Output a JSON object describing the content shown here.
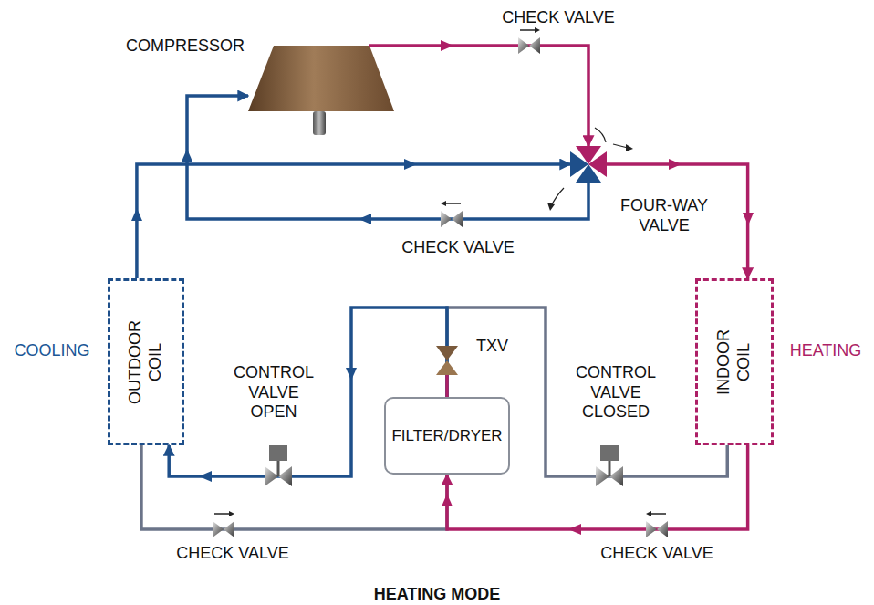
{
  "diagram": {
    "caption": "HEATING MODE",
    "nodes": [
      {
        "text": [
          "COMPRESSOR"
        ]
      },
      {
        "text": [
          "FOUR-WAY VALVE"
        ]
      },
      {
        "text": [
          "OUTDOOR COIL"
        ]
      },
      {
        "text": [
          "FILTER/DRYER"
        ]
      },
      {
        "text": [
          "INDOOR COIL"
        ]
      }
    ],
    "edges": [
      {
        "from": 2,
        "to": 3,
        "arrow": "none"
      },
      {
        "from": 3,
        "to": 4,
        "arrow": "none"
      },
      {
        "from": 0,
        "to": 1,
        "arrow": "to"
      },
      {
        "from": 1,
        "to": 4,
        "arrow": "to"
      },
      {
        "from": 4,
        "to": 3,
        "arrow": "to"
      },
      {
        "from": 3,
        "to": 2,
        "arrow": "to"
      },
      {
        "from": 2,
        "to": 1,
        "arrow": "to"
      },
      {
        "from": 1,
        "to": 0,
        "arrow": "to"
      }
    ],
    "labels": [
      "CHECK VALVE",
      "CHECK VALVE",
      "CHECK VALVE",
      "CHECK VALVE",
      "CONTROL VALVE OPEN",
      "CONTROL VALVE CLOSED",
      "TXV",
      "COOLING",
      "HEATING"
    ]
  }
}
